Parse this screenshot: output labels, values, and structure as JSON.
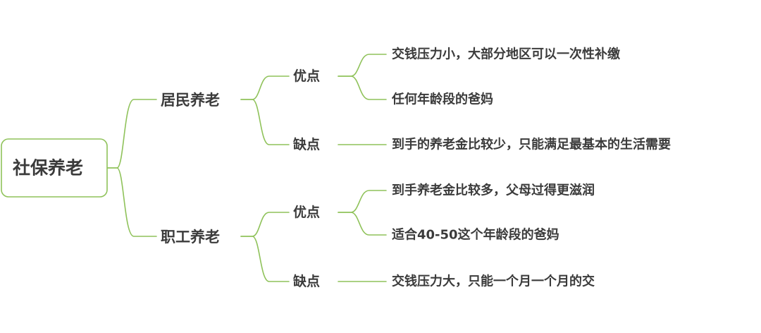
{
  "mindmap": {
    "root": "社保养老",
    "branches": [
      {
        "label": "居民养老",
        "groups": [
          {
            "label": "优点",
            "items": [
              "交钱压力小，大部分地区可以一次性补缴",
              "任何年龄段的爸妈"
            ]
          },
          {
            "label": "缺点",
            "items": [
              "到手的养老金比较少，只能满足最基本的生活需要"
            ]
          }
        ]
      },
      {
        "label": "职工养老",
        "groups": [
          {
            "label": "优点",
            "items": [
              "到手养老金比较多，父母过得更滋润",
              "适合40-50这个年龄段的爸妈"
            ]
          },
          {
            "label": "缺点",
            "items": [
              "交钱压力大，只能一个月一个月的交"
            ]
          }
        ]
      }
    ],
    "colors": {
      "line": "#8fc25a",
      "text": "#3b3b3b"
    }
  }
}
